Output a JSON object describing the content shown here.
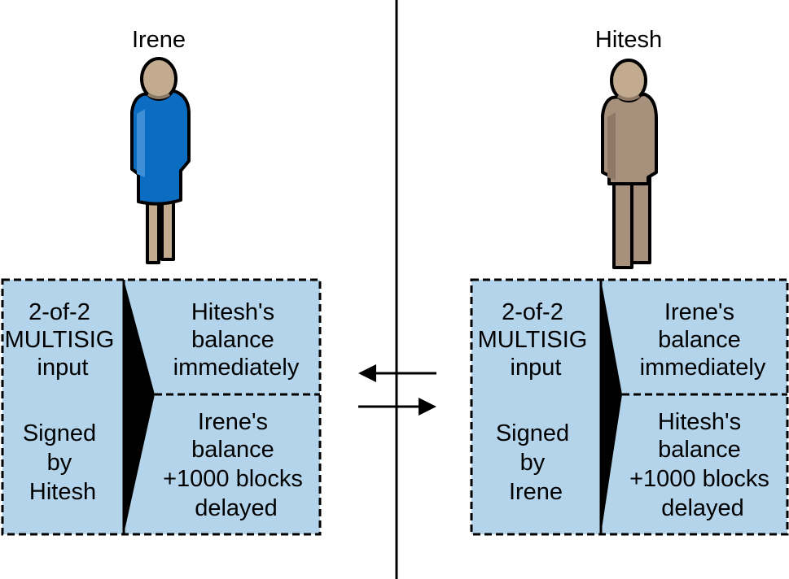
{
  "colors": {
    "box_fill": "#b3d4ea",
    "irene_dress": "#0b6dc2",
    "irene_dress_light": "#3f8fd6",
    "skin": "#c2ab8f",
    "hitesh_clothes": "#a7917c",
    "hitesh_clothes_dark": "#8e7866",
    "line": "#000000"
  },
  "left": {
    "person_name": "Irene",
    "input_lines": [
      "2-of-2",
      "MULTISIG",
      "input"
    ],
    "signed_lines": [
      "Signed",
      "by",
      "Hitesh"
    ],
    "output_top_lines": [
      "Hitesh's",
      "balance",
      "immediately"
    ],
    "output_bottom_lines": [
      "Irene's",
      "balance",
      "+1000 blocks",
      "delayed"
    ]
  },
  "right": {
    "person_name": "Hitesh",
    "input_lines": [
      "2-of-2",
      "MULTISIG",
      "input"
    ],
    "signed_lines": [
      "Signed",
      "by",
      "Irene"
    ],
    "output_top_lines": [
      "Irene's",
      "balance",
      "immediately"
    ],
    "output_bottom_lines": [
      "Hitesh's",
      "balance",
      "+1000 blocks",
      "delayed"
    ]
  },
  "arrows": [
    "arrow-left",
    "arrow-right"
  ]
}
